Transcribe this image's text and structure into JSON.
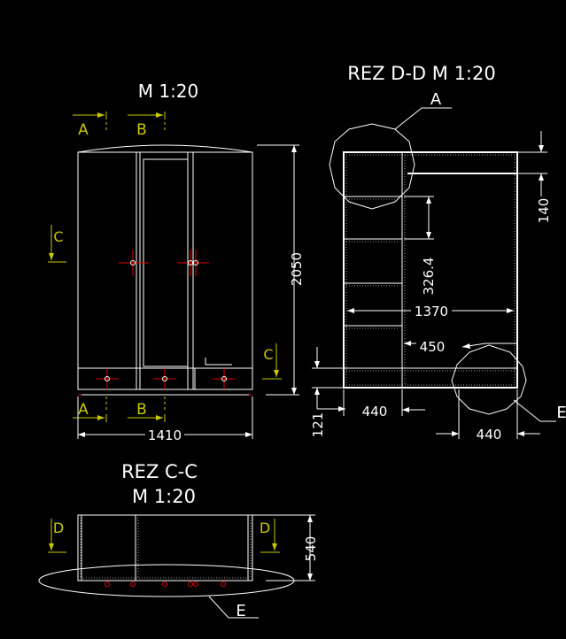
{
  "front_view": {
    "scale_title": "M 1:20",
    "dim_width": "1410",
    "dim_height": "2050"
  },
  "section_dd": {
    "title": "REZ D-D M 1:20",
    "dim_140": "140",
    "dim_326": "326.4",
    "dim_1370": "1370",
    "dim_450": "450",
    "dim_121": "121",
    "dim_440_left": "440",
    "dim_440_right": "440"
  },
  "section_cc": {
    "title": "REZ C-C",
    "scale": "M 1:20",
    "dim_540": "540"
  },
  "markers": {
    "A": "A",
    "B": "B",
    "C": "C",
    "D": "D",
    "E": "E"
  },
  "colors": {
    "background": "#000000",
    "lines": "#ffffff",
    "section_marks": "#c8c800",
    "handles": "#e00000"
  }
}
